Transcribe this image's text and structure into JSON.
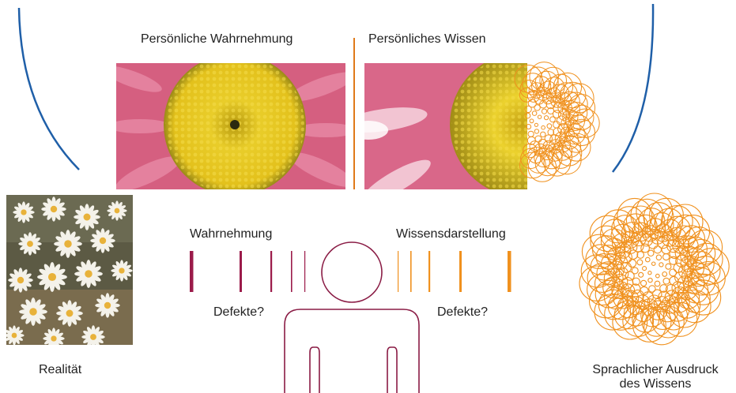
{
  "labels": {
    "personal_perception": "Persönliche Wahrnehmung",
    "personal_knowledge": "Persönliches Wissen",
    "perception": "Wahrnehmung",
    "knowledge_representation": "Wissensdarstellung",
    "defects_left": "Defekte?",
    "defects_right": "Defekte?",
    "reality": "Realität",
    "language_expression_line1": "Sprachlicher Ausdruck",
    "language_expression_line2": "des Wissens"
  },
  "colors": {
    "perception_bars": "#9b1b4a",
    "knowledge_bars": "#f0911e",
    "person_outline": "#8a1c45",
    "arc_blue": "#1f5fa8",
    "divider": "#e07a1a",
    "pattern": "#f0911e",
    "petal_pink": "#d8577c",
    "flower_center": "#e8c51e"
  },
  "icons": {
    "person": "person-silhouette-icon",
    "pattern": "spiral-circle-pattern-icon"
  }
}
